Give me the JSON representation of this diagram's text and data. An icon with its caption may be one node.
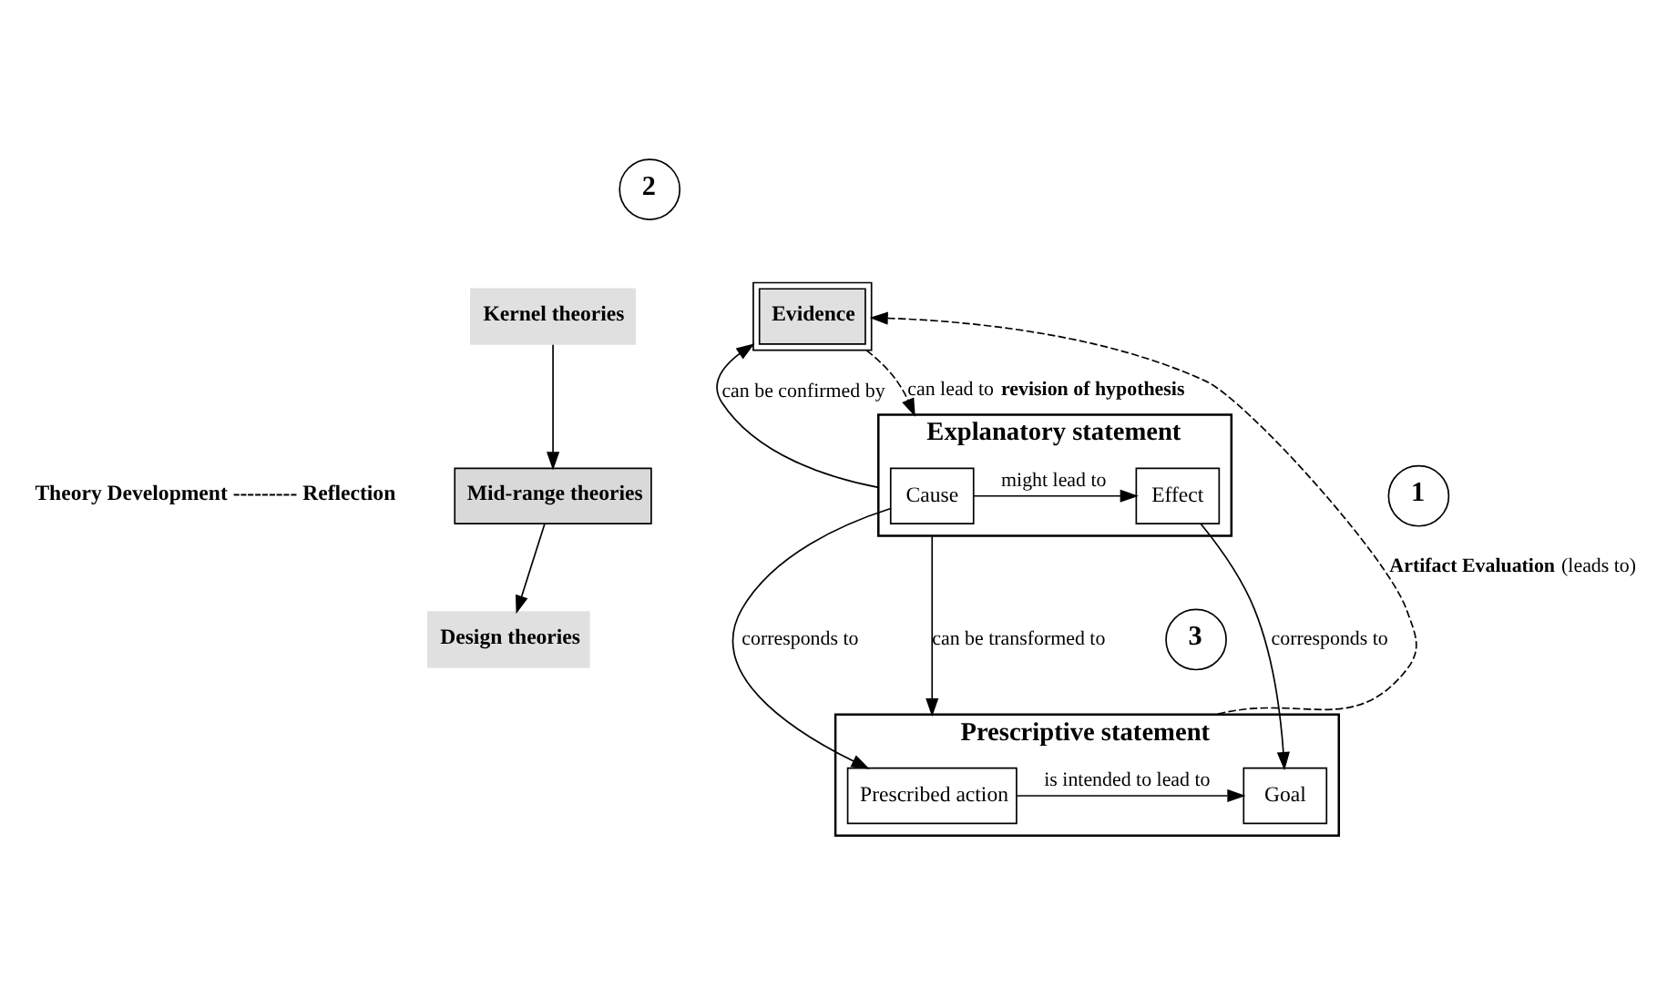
{
  "diagram": {
    "nodes": [
      {
        "text": [
          "Evidence"
        ]
      },
      {
        "text": [
          "Explanatory statement"
        ]
      },
      {
        "text": [
          "Cause"
        ],
        "in": 1
      },
      {
        "text": [
          "Effect"
        ],
        "in": 1
      },
      {
        "text": [
          "Prescriptive statement"
        ]
      },
      {
        "text": [
          "Prescribed action"
        ],
        "in": 4
      },
      {
        "text": [
          "Goal"
        ],
        "in": 4
      },
      {
        "text": [
          "Kernel theories"
        ]
      },
      {
        "text": [
          "Mid-range theories"
        ]
      },
      {
        "text": [
          "Design theories"
        ]
      },
      {
        "text": [
          "2"
        ]
      },
      {
        "text": [
          "1"
        ]
      },
      {
        "text": [
          "3"
        ]
      }
    ],
    "edges": [
      {
        "from": 1,
        "to": 0,
        "arrow": "to",
        "label": "can be confirmed by"
      },
      {
        "from": 0,
        "to": 1,
        "arrow": "to",
        "style": "dashed",
        "label": "can lead to **revision of hypothesis**"
      },
      {
        "from": 2,
        "to": 3,
        "arrow": "to",
        "label": "might lead to"
      },
      {
        "from": 2,
        "to": 5,
        "arrow": "to",
        "label": "corresponds to"
      },
      {
        "from": 1,
        "to": 4,
        "arrow": "to",
        "label": "can be transformed to"
      },
      {
        "from": 3,
        "to": 6,
        "arrow": "to",
        "label": "corresponds to"
      },
      {
        "from": 5,
        "to": 6,
        "arrow": "to",
        "label": "is intended to lead to"
      },
      {
        "from": 4,
        "to": 0,
        "arrow": "to",
        "style": "dashed",
        "label": "**Artifact Evaluation** (leads to)"
      },
      {
        "from": 7,
        "to": 8,
        "arrow": "to"
      },
      {
        "from": 8,
        "to": 9,
        "arrow": "to"
      }
    ],
    "labels": [
      "Theory Development --------- Reflection"
    ]
  }
}
